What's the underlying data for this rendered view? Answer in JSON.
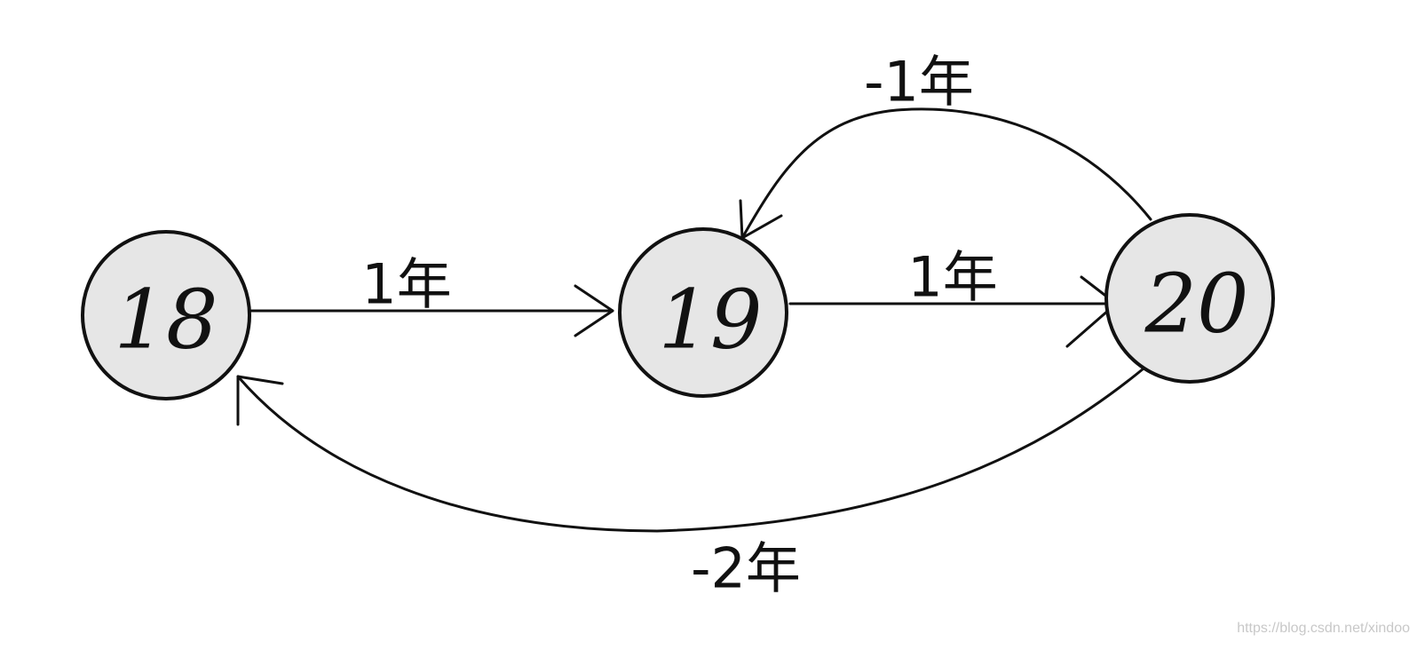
{
  "nodes": [
    {
      "id": "n18",
      "label": "18"
    },
    {
      "id": "n19",
      "label": "19"
    },
    {
      "id": "n20",
      "label": "20"
    }
  ],
  "edges": [
    {
      "from": "18",
      "to": "19",
      "label": "1年"
    },
    {
      "from": "19",
      "to": "20",
      "label": "1年"
    },
    {
      "from": "20",
      "to": "19",
      "label": "-1年"
    },
    {
      "from": "20",
      "to": "18",
      "label": "-2年"
    }
  ],
  "watermark": "https://blog.csdn.net/xindoo",
  "colors": {
    "node_fill": "#e6e6e6",
    "stroke": "#111111"
  }
}
